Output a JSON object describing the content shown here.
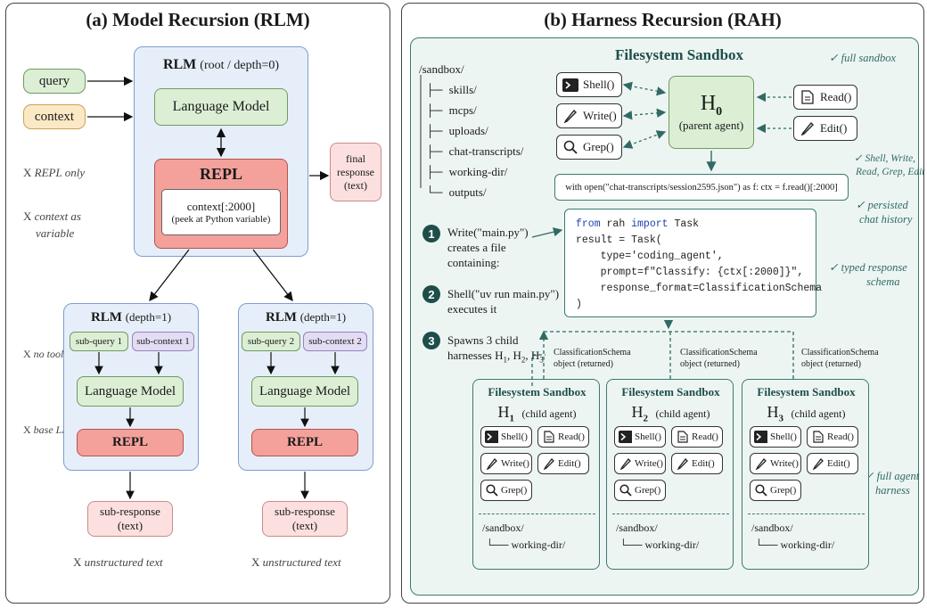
{
  "panel_a": {
    "title": "(a) Model Recursion (RLM)",
    "inputs": {
      "query": "query",
      "context": "context"
    },
    "root": {
      "title_bold": "RLM",
      "title_rest": "(root / depth=0)",
      "lm": "Language Model",
      "repl": "REPL",
      "repl_code": "context[:2000]",
      "repl_sub": "(peek at Python variable)"
    },
    "final_response": {
      "line1": "final",
      "line2": "response",
      "line3": "(text)"
    },
    "notes": {
      "repl_only": "REPL only",
      "context_var_l1": "context as",
      "context_var_l2": "variable",
      "no_tools": "no tools",
      "base_lm": "base LM",
      "unstructured": "unstructured text",
      "x": "X"
    },
    "children": [
      {
        "title_bold": "RLM",
        "title_rest": "(depth=1)",
        "sub_query": "sub-query 1",
        "sub_context": "sub-context 1",
        "lm": "Language Model",
        "repl": "REPL",
        "resp1": "sub-response",
        "resp2": "(text)"
      },
      {
        "title_bold": "RLM",
        "title_rest": "(depth=1)",
        "sub_query": "sub-query 2",
        "sub_context": "sub-context 2",
        "lm": "Language Model",
        "repl": "REPL",
        "resp1": "sub-response",
        "resp2": "(text)"
      }
    ]
  },
  "panel_b": {
    "title": "(b) Harness Recursion (RAH)",
    "sandbox_title": "Filesystem Sandbox",
    "tree": [
      "/sandbox/",
      "skills/",
      "mcps/",
      "uploads/",
      "chat-transcripts/",
      "working-dir/",
      "outputs/"
    ],
    "tools": {
      "shell": "Shell()",
      "write": "Write()",
      "grep": "Grep()",
      "read": "Read()",
      "edit": "Edit()"
    },
    "parent": {
      "h": "H",
      "sub": "0",
      "label": "(parent agent)"
    },
    "code_line": "with open(\"chat-transcripts/session2595.json\") as f: ctx = f.read()[:2000]",
    "steps": [
      {
        "num": "1",
        "l1": "Write(\"main.py\")",
        "l2": "creates a file",
        "l3": "containing:"
      },
      {
        "num": "2",
        "l1": "Shell(\"uv run main.py\")",
        "l2": "executes it"
      },
      {
        "num": "3",
        "l1": "Spawns 3 child",
        "l2": "harnesses H",
        "subs": [
          "1",
          "2",
          "3"
        ]
      }
    ],
    "code_block": [
      "from rah import Task",
      "result = Task(",
      "    type='coding_agent',",
      "    prompt=f\"Classify: {ctx[:2000]}\",",
      "    response_format=ClassificationSchema",
      ")"
    ],
    "returned": {
      "l1": "ClassificationSchema",
      "l2": "object (returned)"
    },
    "notes": {
      "full_sandbox": "full sandbox",
      "tools_l1": "Shell, Write,",
      "tools_l2": "Read, Grep, Edit",
      "persisted_l1": "persisted",
      "persisted_l2": "chat history",
      "typed_l1": "typed response",
      "typed_l2": "schema",
      "full_agent_l1": "full agent",
      "full_agent_l2": "harness",
      "check": "✓"
    },
    "children": [
      {
        "title": "Filesystem Sandbox",
        "h": "H",
        "sub": "1",
        "label": "(child agent)",
        "root": "/sandbox/",
        "dir": "working-dir/"
      },
      {
        "title": "Filesystem Sandbox",
        "h": "H",
        "sub": "2",
        "label": "(child agent)",
        "root": "/sandbox/",
        "dir": "working-dir/"
      },
      {
        "title": "Filesystem Sandbox",
        "h": "H",
        "sub": "3",
        "label": "(child agent)",
        "root": "/sandbox/",
        "dir": "working-dir/"
      }
    ]
  },
  "colors": {
    "green": "#dcefd5",
    "yellow": "#fbe9c6",
    "pink": "#fbe0df",
    "red": "#f4a19c",
    "purple": "#e3dcf3",
    "blue_panel": "#e6eff9",
    "teal": "#2f6b64",
    "teal_dark": "#1e4e4a"
  },
  "icons": [
    "terminal-icon",
    "pencil-icon",
    "search-icon",
    "document-icon",
    "edit-icon",
    "check-icon"
  ]
}
